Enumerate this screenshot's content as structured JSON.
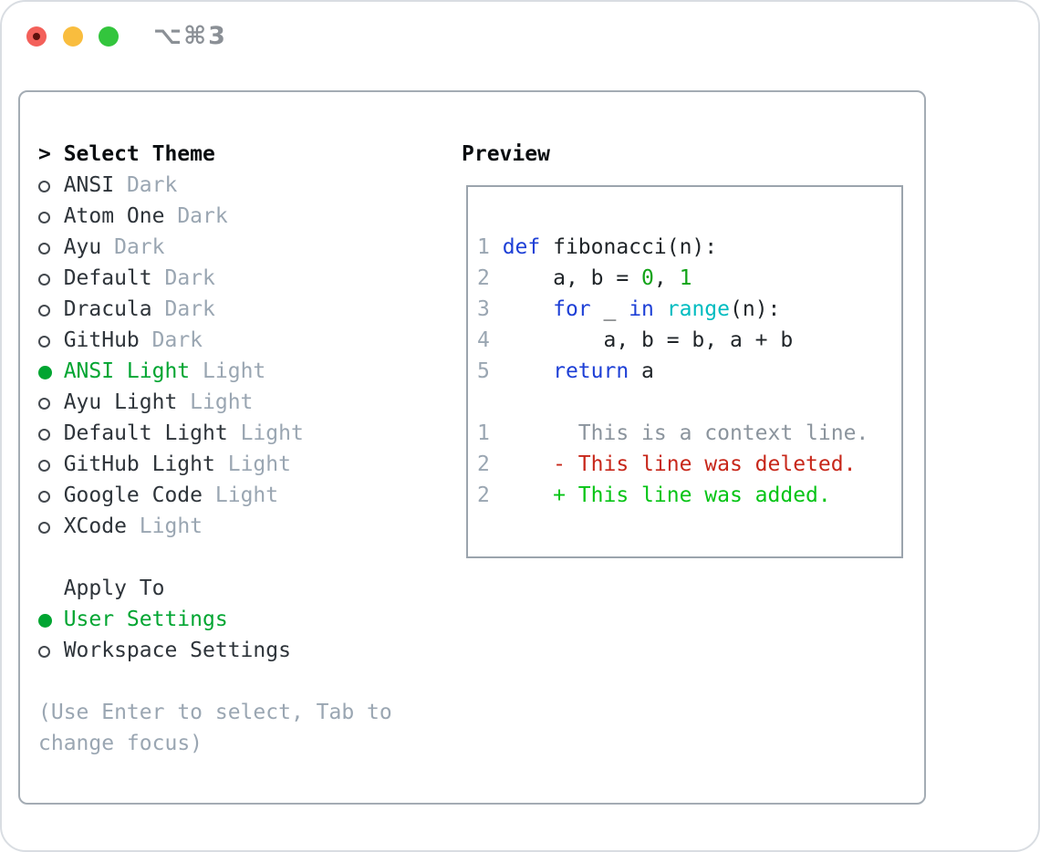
{
  "window": {
    "title": "⌥⌘3",
    "traffic_lights": [
      "close",
      "minimize",
      "zoom"
    ]
  },
  "theme_panel": {
    "header_marker": ">",
    "header": "Select Theme",
    "items": [
      {
        "name": "ANSI",
        "variant": "Dark",
        "selected": false
      },
      {
        "name": "Atom One",
        "variant": "Dark",
        "selected": false
      },
      {
        "name": "Ayu",
        "variant": "Dark",
        "selected": false
      },
      {
        "name": "Default",
        "variant": "Dark",
        "selected": false
      },
      {
        "name": "Dracula",
        "variant": "Dark",
        "selected": false
      },
      {
        "name": "GitHub",
        "variant": "Dark",
        "selected": false
      },
      {
        "name": "ANSI Light",
        "variant": "Light",
        "selected": true
      },
      {
        "name": "Ayu Light",
        "variant": "Light",
        "selected": false
      },
      {
        "name": "Default Light",
        "variant": "Light",
        "selected": false
      },
      {
        "name": "GitHub Light",
        "variant": "Light",
        "selected": false
      },
      {
        "name": "Google Code",
        "variant": "Light",
        "selected": false
      },
      {
        "name": "XCode",
        "variant": "Light",
        "selected": false
      }
    ]
  },
  "apply_panel": {
    "header": "Apply To",
    "items": [
      {
        "label": "User Settings",
        "selected": true
      },
      {
        "label": "Workspace Settings",
        "selected": false
      }
    ]
  },
  "hint_lines": [
    "(Use Enter to select, Tab to",
    "change focus)"
  ],
  "preview": {
    "header": "Preview",
    "code_lines": [
      {
        "num": "1",
        "segments": [
          {
            "t": "def",
            "c": "kw"
          },
          {
            "t": " fibonacci(n):",
            "c": "txt"
          }
        ]
      },
      {
        "num": "2",
        "segments": [
          {
            "t": "    a, b = ",
            "c": "txt"
          },
          {
            "t": "0",
            "c": "num"
          },
          {
            "t": ", ",
            "c": "txt"
          },
          {
            "t": "1",
            "c": "num"
          }
        ]
      },
      {
        "num": "3",
        "segments": [
          {
            "t": "    ",
            "c": "txt"
          },
          {
            "t": "for",
            "c": "kw"
          },
          {
            "t": " _ ",
            "c": "txt"
          },
          {
            "t": "in",
            "c": "kw"
          },
          {
            "t": " ",
            "c": "txt"
          },
          {
            "t": "range",
            "c": "fn"
          },
          {
            "t": "(n):",
            "c": "txt"
          }
        ]
      },
      {
        "num": "4",
        "segments": [
          {
            "t": "        a, b = b, a + b",
            "c": "txt"
          }
        ]
      },
      {
        "num": "5",
        "segments": [
          {
            "t": "    ",
            "c": "txt"
          },
          {
            "t": "return",
            "c": "kw"
          },
          {
            "t": " a",
            "c": "txt"
          }
        ]
      },
      {
        "num": "",
        "segments": []
      },
      {
        "num": "1",
        "segments": [
          {
            "t": "      This is a context line.",
            "c": "ctx"
          }
        ]
      },
      {
        "num": "2",
        "segments": [
          {
            "t": "    - This line was deleted.",
            "c": "del"
          }
        ]
      },
      {
        "num": "2",
        "segments": [
          {
            "t": "    + This line was added.",
            "c": "add"
          }
        ]
      }
    ]
  },
  "colors": {
    "green": "#00a531",
    "add": "#05c415",
    "del": "#c7271a",
    "kw": "#1d3fd6",
    "fn": "#00bcc0",
    "numc": "#12a318",
    "muted": "#9aa6b2",
    "traffic_red": "#f3605a",
    "traffic_yellow": "#f9bd3e",
    "traffic_green": "#33c53d"
  }
}
